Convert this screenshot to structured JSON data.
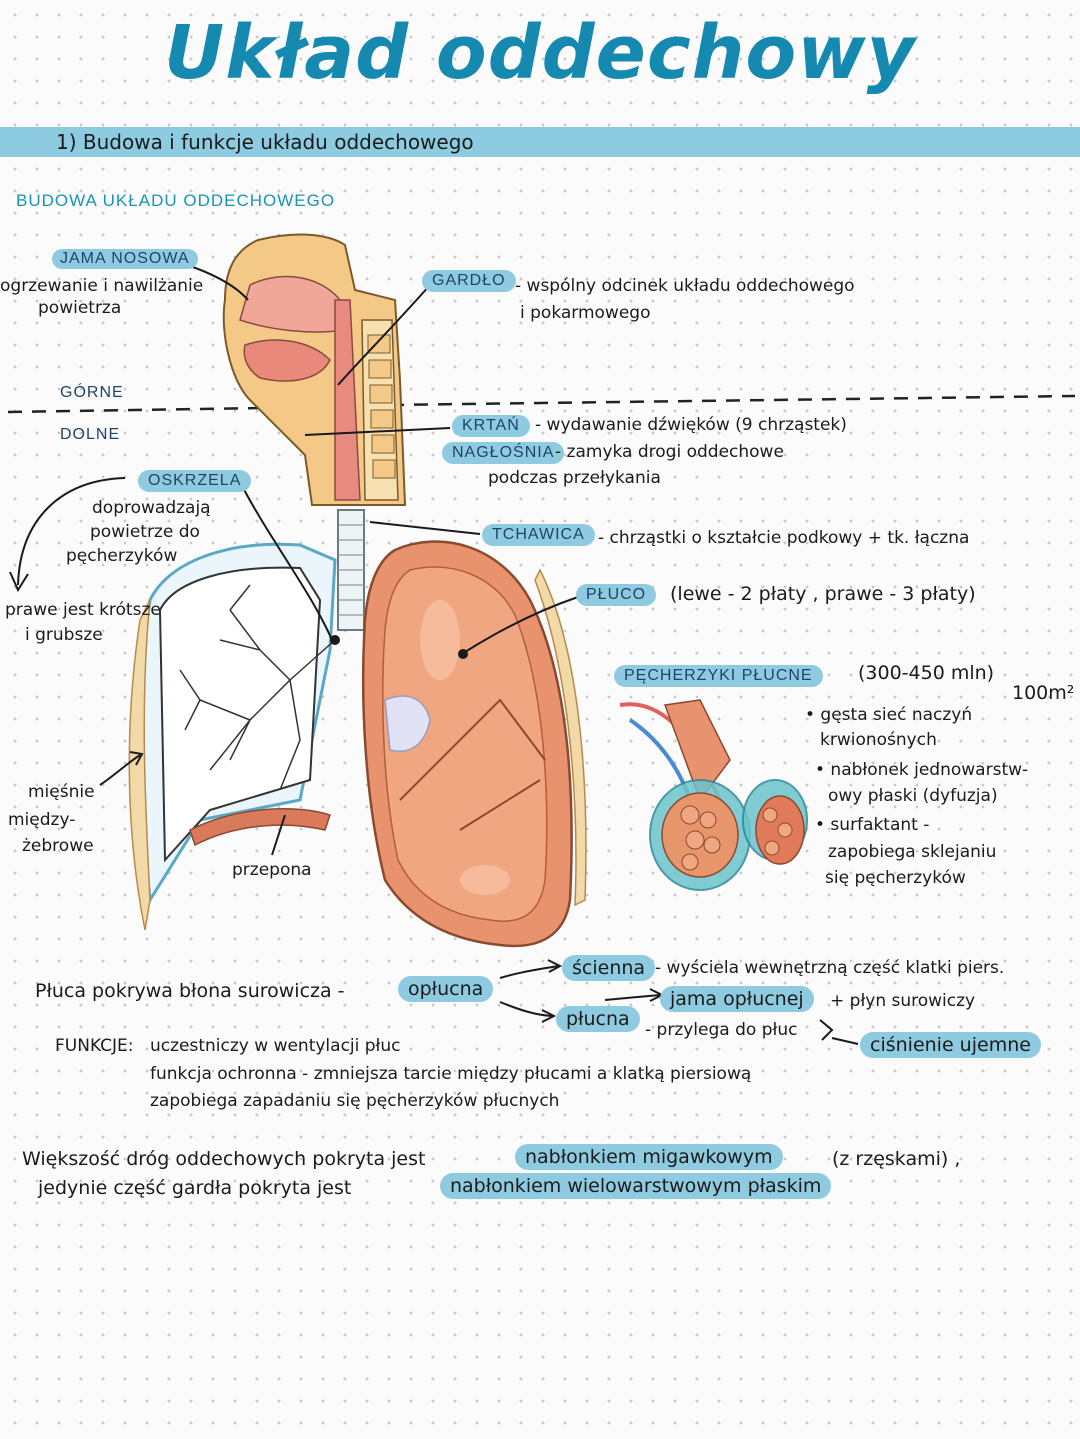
{
  "title": "Układ oddechowy",
  "section_bar": "1) Budowa i funkcje układu oddechowego",
  "section_heading": "BUDOWA UKŁADU ODDECHOWEGO",
  "labels": {
    "jama_nosowa": "JAMA NOSOWA",
    "jama_desc_1": "ogrzewanie i nawilżanie",
    "jama_desc_2": "powietrza",
    "gardlo": "GARDŁO",
    "gardlo_desc_1": "- wspólny odcinek układu oddechowego",
    "gardlo_desc_2": "i pokarmowego",
    "gorne": "GÓRNE",
    "dolne": "DOLNE",
    "krtan": "KRTAŃ",
    "krtan_desc": "- wydawanie dźwięków (9 chrząstek)",
    "naglosnia": "NAGŁOŚNIA",
    "naglosnia_desc_1": "- zamyka drogi oddechowe",
    "naglosnia_desc_2": "podczas przełykania",
    "oskrzela": "OSKRZELA",
    "oskrzela_desc_1": "doprowadzają",
    "oskrzela_desc_2": "powietrze do",
    "oskrzela_desc_3": "pęcherzyków",
    "prawe_1": "prawe jest krótsze",
    "prawe_2": "i grubsze",
    "tchawica": "TCHAWICA",
    "tchawica_desc": "- chrząstki o kształcie podkowy + tk. łączna",
    "pluco": "PŁUCO",
    "pluco_desc": "(lewe - 2 płaty , prawe - 3 płaty)",
    "pecherzyki": "PĘCHERZYKI PŁUCNE",
    "pecherzyki_count": "(300-450 mln)",
    "area": "100m²",
    "bullet_1a": "• gęsta sieć naczyń",
    "bullet_1b": "krwionośnych",
    "bullet_2a": "• nabłonek jednowarstw-",
    "bullet_2b": "owy płaski (dyfuzja)",
    "bullet_3a": "• surfaktant -",
    "bullet_3b": "zapobiega sklejaniu",
    "bullet_3c": "się pęcherzyków",
    "miesnie_1": "mięśnie",
    "miesnie_2": "między-",
    "miesnie_3": "żebrowe",
    "przepona": "przepona"
  },
  "pleura": {
    "intro": "Płuca pokrywa błona surowicza -",
    "oplucna": "opłucna",
    "scienna": "ścienna",
    "scienna_desc": "- wyściela wewnętrzną część klatki piers.",
    "jama_oplucnej": "jama opłucnej",
    "plyn": "+ płyn surowiczy",
    "plucna": "płucna",
    "plucna_desc": "- przylega do płuc",
    "cisnienie": "ciśnienie ujemne",
    "funkcje_label": "FUNKCJE:",
    "funkcje_1": "uczestniczy w wentylacji płuc",
    "funkcje_2": "funkcja ochronna - zmniejsza tarcie między płucami a klatką piersiową",
    "funkcje_3": "zapobiega zapadaniu się pęcherzyków płucnych"
  },
  "bottom": {
    "line1_a": "Większość dróg oddechowych pokryta jest",
    "line1_hl": "nabłonkiem migawkowym",
    "line1_b": "(z rzęskami) ,",
    "line2_a": "jedynie część gardła pokryta jest",
    "line2_hl": "nabłonkiem wielowarstwowym płaskim"
  }
}
